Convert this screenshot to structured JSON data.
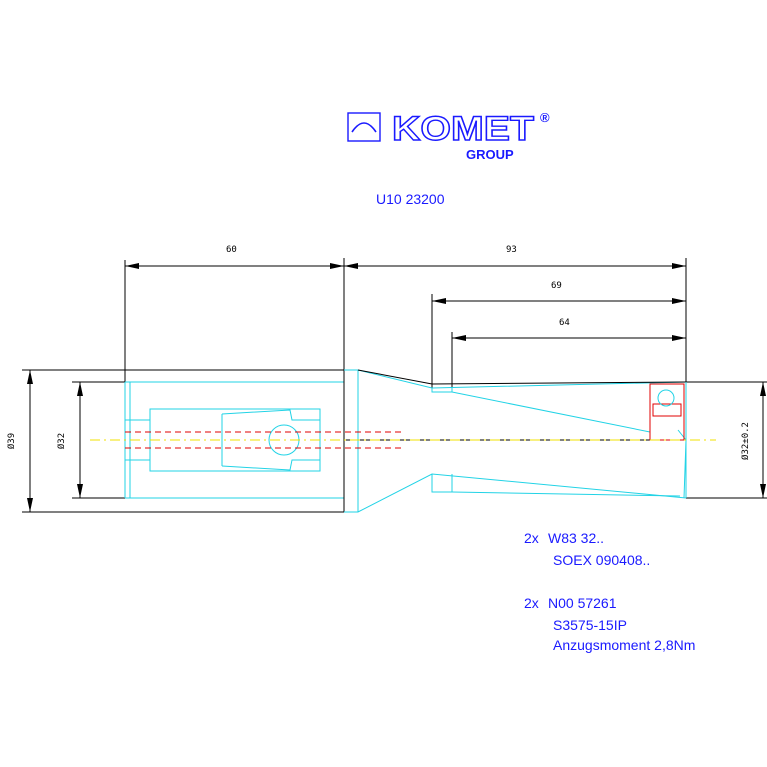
{
  "logo": {
    "brand": "KOMET",
    "registered_mark": "®",
    "sub": "GROUP",
    "icon": "komet-arc-logo-icon",
    "color": "#1a1aff"
  },
  "title": "U10 23200",
  "dimensions": {
    "length_left": "60",
    "length_right": "93",
    "length_mid": "69",
    "length_short": "64",
    "dia_outer": "Ø39",
    "dia_shank": "Ø32",
    "dia_cut": "Ø32±0.2"
  },
  "notes": [
    {
      "qty": "2x",
      "code": "W83 32..",
      "detail": "SOEX 090408.."
    },
    {
      "qty": "2x",
      "code": "N00 57261",
      "detail": "S3575-15IP",
      "detail2": "Anzugsmoment 2,8Nm"
    }
  ],
  "colors": {
    "outline": "#22d3e6",
    "dimension": "#000000",
    "insert": "#e00000",
    "axis": "#f0e000",
    "text": "#1a1aff"
  }
}
